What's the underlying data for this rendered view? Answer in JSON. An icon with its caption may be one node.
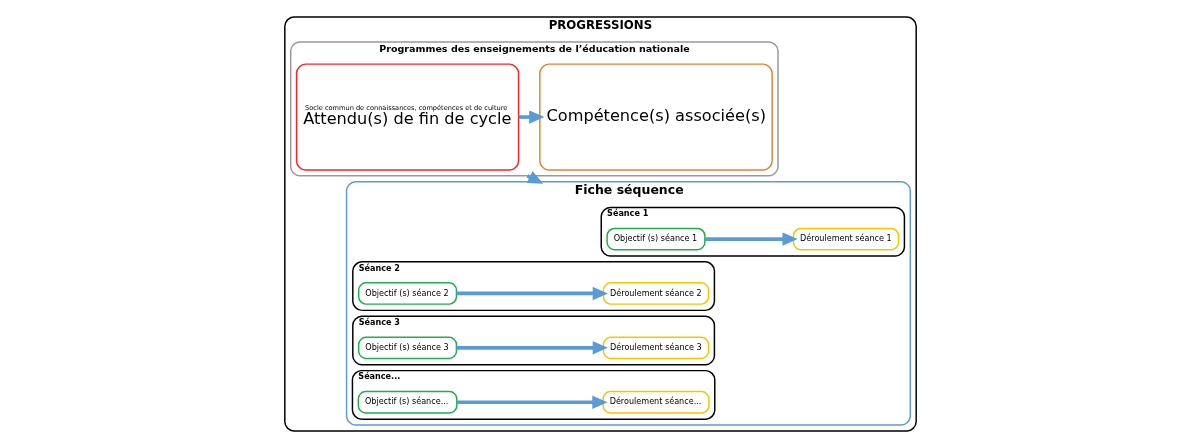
{
  "diagram": {
    "nodes": [
      {
        "text": [
          "PROGRESSIONS"
        ]
      },
      {
        "text": [
          "Programmes des enseignements de l’éducation nationale"
        ],
        "in": 0
      },
      {
        "text": [
          "Socle commun de connaissances, compétences et de culture",
          "Attendu(s) de fin de cycle"
        ],
        "in": 1
      },
      {
        "text": [
          "Compétence(s) associée(s)"
        ],
        "in": 1
      },
      {
        "text": [
          "Fiche séquence"
        ],
        "in": 0
      },
      {
        "text": [
          "Séance 1"
        ],
        "in": 4
      },
      {
        "text": [
          "Objectif (s) séance 1"
        ],
        "in": 5
      },
      {
        "text": [
          "Déroulement séance 1"
        ],
        "in": 5
      },
      {
        "text": [
          "Séance 2"
        ],
        "in": 4
      },
      {
        "text": [
          "Objectif (s) séance 2"
        ],
        "in": 8
      },
      {
        "text": [
          "Déroulement séance 2"
        ],
        "in": 8
      },
      {
        "text": [
          "Séance 3"
        ],
        "in": 4
      },
      {
        "text": [
          "Objectif (s) séance 3"
        ],
        "in": 11
      },
      {
        "text": [
          "Déroulement séance 3"
        ],
        "in": 11
      },
      {
        "text": [
          "Séance..."
        ],
        "in": 4
      },
      {
        "text": [
          "Objectif (s) séance..."
        ],
        "in": 14
      },
      {
        "text": [
          "Déroulement séance..."
        ],
        "in": 14
      }
    ],
    "edges": [
      {
        "from": 2,
        "to": 3,
        "arrow": "to"
      },
      {
        "from": 1,
        "to": 4,
        "arrow": "to"
      },
      {
        "from": 6,
        "to": 7,
        "arrow": "to"
      },
      {
        "from": 9,
        "to": 10,
        "arrow": "to"
      },
      {
        "from": 12,
        "to": 13,
        "arrow": "to"
      },
      {
        "from": 15,
        "to": 16,
        "arrow": "to"
      }
    ]
  }
}
